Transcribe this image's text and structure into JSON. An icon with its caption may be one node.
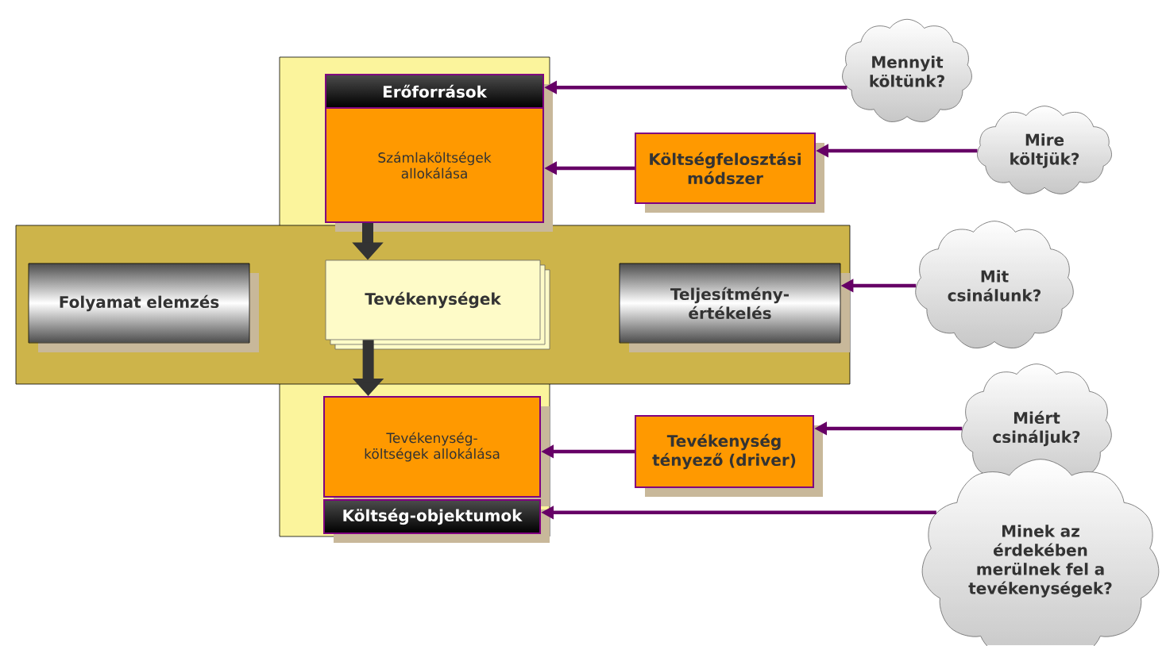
{
  "diagram": {
    "nodes": [
      {
        "text": [],
        "shape": "box"
      },
      {
        "text": [],
        "shape": "box"
      },
      {
        "text": [
          "Erőforrások"
        ],
        "in": 0
      },
      {
        "text": [
          "Számlaköltségek allokálása"
        ],
        "in": 0
      },
      {
        "text": [
          "Költségfelosztási módszer"
        ]
      },
      {
        "text": [
          "Folyamat elemzés"
        ],
        "in": 1
      },
      {
        "text": [
          "Tevékenységek"
        ]
      },
      {
        "text": [
          "Teljesítmény-értékelés"
        ],
        "in": 1
      },
      {
        "text": [
          "Tevékenység-költségek allokálása"
        ],
        "in": 0
      },
      {
        "text": [
          "Költség-objektumok"
        ],
        "in": 0
      },
      {
        "text": [
          "Tevékenység tényező (driver)"
        ]
      },
      {
        "text": [
          "Mennyit költünk?"
        ]
      },
      {
        "text": [
          "Mire költjük?"
        ]
      },
      {
        "text": [
          "Mit csinálunk?"
        ]
      },
      {
        "text": [
          "Miért csináljuk?"
        ]
      },
      {
        "text": [
          "Minek az érdekében merülnek fel a tevékenységek?"
        ]
      }
    ],
    "edges": [
      {
        "from": 11,
        "to": 2,
        "arrow": "to"
      },
      {
        "from": 12,
        "to": 4,
        "arrow": "to"
      },
      {
        "from": 4,
        "to": 3,
        "arrow": "to"
      },
      {
        "from": 3,
        "to": 6,
        "arrow": "to",
        "style": "thick",
        "color": "#333333"
      },
      {
        "from": 13,
        "to": 7,
        "arrow": "to"
      },
      {
        "from": 6,
        "to": 8,
        "arrow": "to",
        "style": "thick",
        "color": "#333333"
      },
      {
        "from": 14,
        "to": 10,
        "arrow": "to"
      },
      {
        "from": 10,
        "to": 8,
        "arrow": "to"
      },
      {
        "from": 15,
        "to": 9,
        "arrow": "to"
      }
    ]
  }
}
